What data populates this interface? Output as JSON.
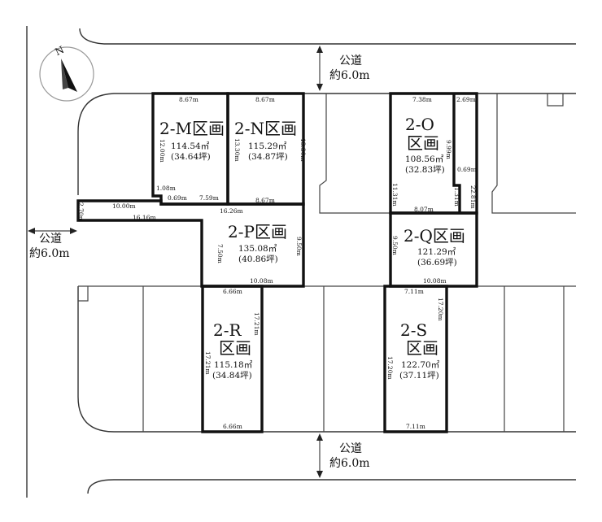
{
  "compass": {
    "label": "N"
  },
  "roads": {
    "top": {
      "line1": "公道",
      "line2": "約6.0m"
    },
    "left": {
      "line1": "公道",
      "line2": "約6.0m"
    },
    "bottom": {
      "line1": "公道",
      "line2": "約6.0m"
    }
  },
  "lots": {
    "M": {
      "name": "2-M区画",
      "area_m2": "114.54㎡",
      "area_tsubo": "(34.64坪)"
    },
    "N": {
      "name": "2-N区画",
      "area_m2": "115.29㎡",
      "area_tsubo": "(34.87坪)"
    },
    "O": {
      "name": "2-O",
      "name2": "区画",
      "area_m2": "108.56㎡",
      "area_tsubo": "(32.83坪)"
    },
    "P": {
      "name": "2-P区画",
      "area_m2": "135.08㎡",
      "area_tsubo": "(40.86坪)"
    },
    "Q": {
      "name": "2-Q区画",
      "area_m2": "121.29㎡",
      "area_tsubo": "(36.69坪)"
    },
    "R": {
      "name": "2-R",
      "name2": "区画",
      "area_m2": "115.18㎡",
      "area_tsubo": "(34.84坪)"
    },
    "S": {
      "name": "2-S",
      "name2": "区画",
      "area_m2": "122.70㎡",
      "area_tsubo": "(37.11坪)"
    }
  },
  "dimensions": {
    "m_top": "8.67m",
    "m_left": "12.00m",
    "m_bottom_a": "1.08m",
    "m_bottom_b": "0.69m",
    "m_bottom_c": "7.59m",
    "n_top": "8.67m",
    "n_left": "13.30m",
    "n_right": "13.30m",
    "n_bottom": "8.67m",
    "drive_width": "2.70m",
    "drive_top": "10.00m",
    "drive_bottom": "16.16m",
    "p_top": "16.26m",
    "p_left": "7.50m",
    "p_right": "9.50m",
    "p_bottom": "10.08m",
    "o_top": "7.38m",
    "o_top_right": "2.69m",
    "o_right": "9.99m",
    "o_notch": "0.69m",
    "o_left": "11.31m",
    "o_bottom": "8.07m",
    "o_notch_v": "1.31m",
    "o_far_right": "22.81m",
    "q_left": "9.50m",
    "q_bottom": "10.08m",
    "r_top": "6.66m",
    "r_left": "17.21m",
    "r_right": "17.21m",
    "r_bottom": "6.66m",
    "s_top": "7.11m",
    "s_left": "17.20m",
    "s_right": "17.20m",
    "s_bottom": "7.11m"
  }
}
